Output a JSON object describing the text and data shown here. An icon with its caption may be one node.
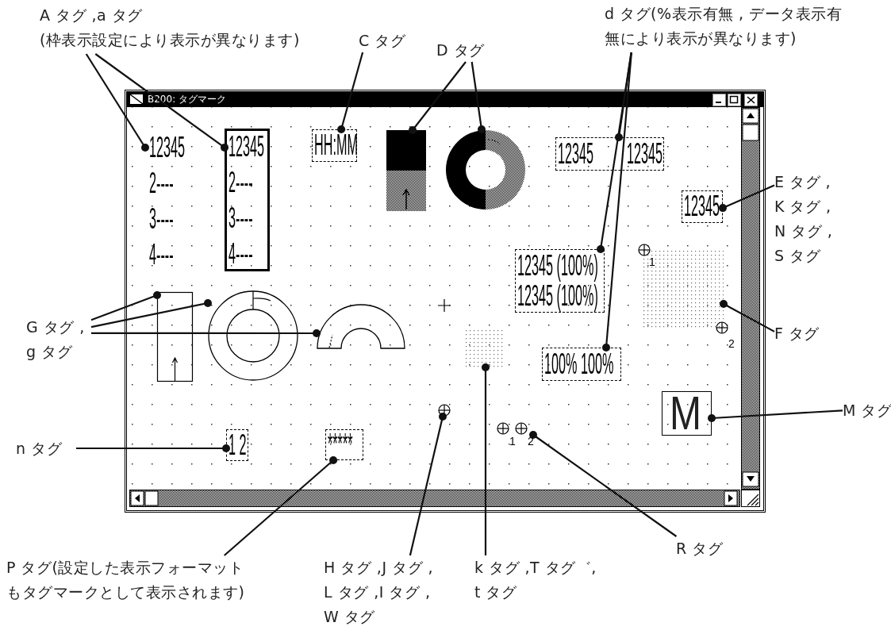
{
  "diagram": {
    "nodes": [
      {
        "text": [
          "B200: タグマーク"
        ]
      },
      {
        "text": [
          "A タグ ,a タグ",
          "(枠表示設定により表示が異なります)"
        ]
      },
      {
        "text": [
          "C タグ"
        ]
      },
      {
        "text": [
          "D タグ"
        ]
      },
      {
        "text": [
          "d タグ(%表示有無 , データ表示有無により表示が異なります)"
        ]
      },
      {
        "text": [
          "E タグ , K タグ , N タグ , S タグ"
        ]
      },
      {
        "text": [
          "F タグ"
        ]
      },
      {
        "text": [
          "M タグ"
        ]
      },
      {
        "text": [
          "R タグ"
        ]
      },
      {
        "text": [
          "k タグ ,T タグ゛, t タグ"
        ]
      },
      {
        "text": [
          "H タグ ,J タグ , L タグ ,I タグ , W タグ"
        ]
      },
      {
        "text": [
          "P タグ(設定した表示フォーマットもタグマークとして表示されます)"
        ]
      },
      {
        "text": [
          "n タグ"
        ]
      },
      {
        "text": [
          "G タグ , g タグ"
        ]
      },
      {
        "text": [
          "12345",
          "2----",
          "3----",
          "4----"
        ],
        "in": 0
      },
      {
        "text": [
          "12345",
          "2----",
          "3----",
          "4----"
        ],
        "in": 0
      },
      {
        "text": [
          "HH:MM"
        ],
        "in": 0
      },
      {
        "text": [],
        "shape": "bar",
        "in": 0
      },
      {
        "text": [],
        "shape": "circle",
        "in": 0
      },
      {
        "text": [
          "12345",
          "12345"
        ],
        "in": 0
      },
      {
        "text": [
          "12345"
        ],
        "in": 0
      },
      {
        "text": [
          "12345 (100%)",
          "12345 (100%)"
        ],
        "in": 0
      },
      {
        "text": [],
        "shape": "box",
        "in": 0
      },
      {
        "text": [],
        "shape": "bar",
        "in": 0
      },
      {
        "text": [],
        "shape": "circle",
        "in": 0
      },
      {
        "text": [],
        "shape": "arc",
        "in": 0
      },
      {
        "text": [
          "100% 100%"
        ],
        "in": 0
      },
      {
        "text": [],
        "shape": "box",
        "in": 0
      },
      {
        "text": [],
        "shape": "circle",
        "in": 0
      },
      {
        "text": [
          "M"
        ],
        "in": 0
      },
      {
        "text": [
          "1 2"
        ],
        "in": 0
      },
      {
        "text": [
          "*****"
        ],
        "in": 0
      },
      {
        "text": [],
        "shape": "circle",
        "in": 0
      }
    ],
    "edges": [
      {
        "from": 1,
        "to": 14,
        "arrow": "other"
      },
      {
        "from": 1,
        "to": 15,
        "arrow": "other"
      },
      {
        "from": 2,
        "to": 16,
        "arrow": "other"
      },
      {
        "from": 3,
        "to": 17,
        "arrow": "other"
      },
      {
        "from": 3,
        "to": 18,
        "arrow": "other"
      },
      {
        "from": 4,
        "to": 19,
        "arrow": "other"
      },
      {
        "from": 4,
        "to": 21,
        "arrow": "other"
      },
      {
        "from": 4,
        "to": 26,
        "arrow": "other"
      },
      {
        "from": 5,
        "to": 20,
        "arrow": "other"
      },
      {
        "from": 6,
        "to": 22,
        "arrow": "other"
      },
      {
        "from": 13,
        "to": 23,
        "arrow": "other"
      },
      {
        "from": 13,
        "to": 24,
        "arrow": "other"
      },
      {
        "from": 13,
        "to": 25,
        "arrow": "other"
      },
      {
        "from": 9,
        "to": 27,
        "arrow": "other"
      },
      {
        "from": 10,
        "to": 28,
        "arrow": "other"
      },
      {
        "from": 7,
        "to": 29,
        "arrow": "other"
      },
      {
        "from": 12,
        "to": 30,
        "arrow": "other"
      },
      {
        "from": 11,
        "to": 31,
        "arrow": "other"
      },
      {
        "from": 8,
        "to": 32,
        "arrow": "other"
      }
    ],
    "labels": [
      "1",
      "2",
      "1",
      "2"
    ]
  }
}
